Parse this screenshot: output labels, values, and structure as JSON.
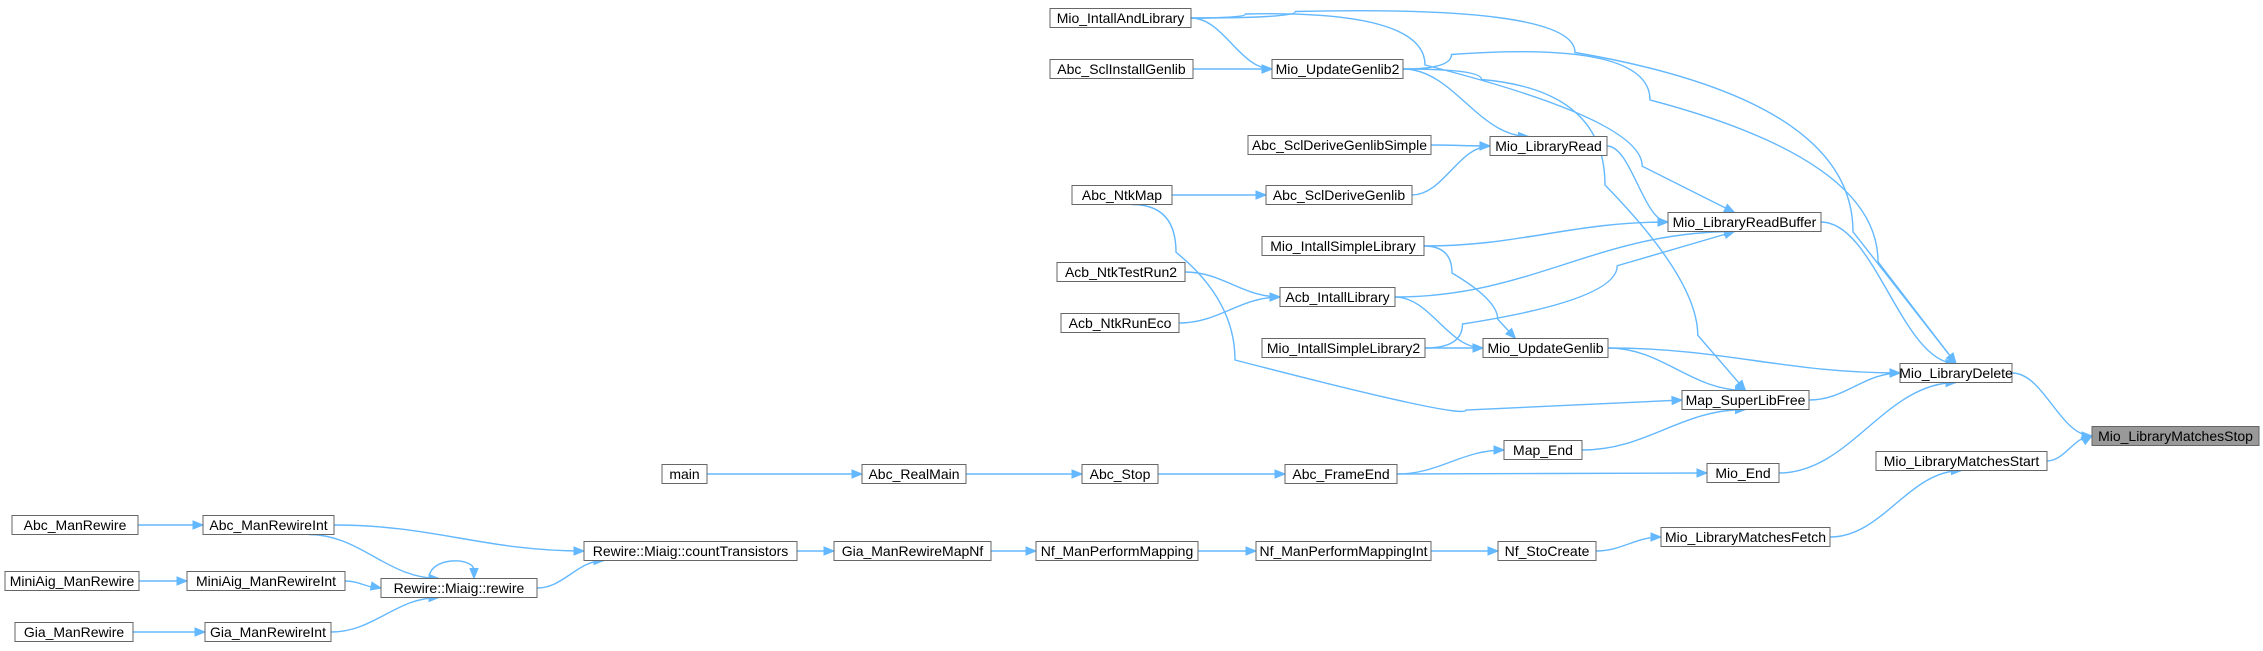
{
  "diagram": {
    "title": "",
    "colors": {
      "edge": "#63B8FF",
      "node_border": "#666666",
      "root_fill": "#999999"
    },
    "nodes": [
      {
        "id": "matchesStop",
        "label": "Mio_LibraryMatchesStop",
        "root": true
      },
      {
        "id": "libDelete",
        "label": "Mio_LibraryDelete"
      },
      {
        "id": "matchesStart",
        "label": "Mio_LibraryMatchesStart"
      },
      {
        "id": "readBuffer",
        "label": "Mio_LibraryReadBuffer"
      },
      {
        "id": "superLibFree",
        "label": "Map_SuperLibFree"
      },
      {
        "id": "mioEnd",
        "label": "Mio_End"
      },
      {
        "id": "matchesFetch",
        "label": "Mio_LibraryMatchesFetch"
      },
      {
        "id": "intallAndLibrary",
        "label": "Mio_IntallAndLibrary"
      },
      {
        "id": "updateGenlib2",
        "label": "Mio_UpdateGenlib2"
      },
      {
        "id": "sclInstallGenlib",
        "label": "Abc_SclInstallGenlib"
      },
      {
        "id": "libraryRead",
        "label": "Mio_LibraryRead"
      },
      {
        "id": "sclDeriveGenlibSimple",
        "label": "Abc_SclDeriveGenlibSimple"
      },
      {
        "id": "sclDeriveGenlib",
        "label": "Abc_SclDeriveGenlib"
      },
      {
        "id": "ntkMap",
        "label": "Abc_NtkMap"
      },
      {
        "id": "intallSimpleLibrary",
        "label": "Mio_IntallSimpleLibrary"
      },
      {
        "id": "ntkTestRun2",
        "label": "Acb_NtkTestRun2"
      },
      {
        "id": "acbIntallLibrary",
        "label": "Acb_IntallLibrary"
      },
      {
        "id": "ntkRunEco",
        "label": "Acb_NtkRunEco"
      },
      {
        "id": "intallSimpleLibrary2",
        "label": "Mio_IntallSimpleLibrary2"
      },
      {
        "id": "updateGenlib",
        "label": "Mio_UpdateGenlib"
      },
      {
        "id": "mapEnd",
        "label": "Map_End"
      },
      {
        "id": "main",
        "label": "main"
      },
      {
        "id": "realMain",
        "label": "Abc_RealMain"
      },
      {
        "id": "abcStop",
        "label": "Abc_Stop"
      },
      {
        "id": "frameEnd",
        "label": "Abc_FrameEnd"
      },
      {
        "id": "nfStoCreate",
        "label": "Nf_StoCreate"
      },
      {
        "id": "nfPerformMappingInt",
        "label": "Nf_ManPerformMappingInt"
      },
      {
        "id": "nfPerformMapping",
        "label": "Nf_ManPerformMapping"
      },
      {
        "id": "giaRewireMapNf",
        "label": "Gia_ManRewireMapNf"
      },
      {
        "id": "countTransistors",
        "label": "Rewire::Miaig::countTransistors"
      },
      {
        "id": "miaigRewire",
        "label": "Rewire::Miaig::rewire"
      },
      {
        "id": "abcManRewireInt",
        "label": "Abc_ManRewireInt"
      },
      {
        "id": "abcManRewire",
        "label": "Abc_ManRewire"
      },
      {
        "id": "miniAigRewireInt",
        "label": "MiniAig_ManRewireInt"
      },
      {
        "id": "miniAigRewire",
        "label": "MiniAig_ManRewire"
      },
      {
        "id": "giaRewireInt",
        "label": "Gia_ManRewireInt"
      },
      {
        "id": "giaRewire",
        "label": "Gia_ManRewire"
      }
    ],
    "edges": [
      [
        "libDelete",
        "matchesStop"
      ],
      [
        "matchesStart",
        "matchesStop"
      ],
      [
        "readBuffer",
        "libDelete"
      ],
      [
        "superLibFree",
        "libDelete"
      ],
      [
        "mioEnd",
        "libDelete"
      ],
      [
        "updateGenlib",
        "libDelete"
      ],
      [
        "updateGenlib2",
        "libDelete"
      ],
      [
        "intallAndLibrary",
        "libDelete"
      ],
      [
        "matchesFetch",
        "matchesStart"
      ],
      [
        "libraryRead",
        "readBuffer"
      ],
      [
        "intallAndLibrary",
        "readBuffer"
      ],
      [
        "intallSimpleLibrary",
        "readBuffer"
      ],
      [
        "acbIntallLibrary",
        "readBuffer"
      ],
      [
        "intallSimpleLibrary2",
        "readBuffer"
      ],
      [
        "updateGenlib2",
        "superLibFree"
      ],
      [
        "updateGenlib",
        "superLibFree"
      ],
      [
        "mapEnd",
        "superLibFree"
      ],
      [
        "ntkMap",
        "superLibFree"
      ],
      [
        "frameEnd",
        "mioEnd"
      ],
      [
        "nfStoCreate",
        "matchesFetch"
      ],
      [
        "intallAndLibrary",
        "updateGenlib2"
      ],
      [
        "sclInstallGenlib",
        "updateGenlib2"
      ],
      [
        "updateGenlib2",
        "libraryRead"
      ],
      [
        "sclDeriveGenlibSimple",
        "libraryRead"
      ],
      [
        "sclDeriveGenlib",
        "libraryRead"
      ],
      [
        "ntkMap",
        "sclDeriveGenlib"
      ],
      [
        "ntkTestRun2",
        "acbIntallLibrary"
      ],
      [
        "ntkRunEco",
        "acbIntallLibrary"
      ],
      [
        "acbIntallLibrary",
        "updateGenlib"
      ],
      [
        "intallSimpleLibrary",
        "updateGenlib"
      ],
      [
        "intallSimpleLibrary2",
        "updateGenlib"
      ],
      [
        "frameEnd",
        "mapEnd"
      ],
      [
        "abcStop",
        "frameEnd"
      ],
      [
        "realMain",
        "abcStop"
      ],
      [
        "main",
        "realMain"
      ],
      [
        "nfPerformMappingInt",
        "nfStoCreate"
      ],
      [
        "nfPerformMapping",
        "nfPerformMappingInt"
      ],
      [
        "giaRewireMapNf",
        "nfPerformMapping"
      ],
      [
        "countTransistors",
        "giaRewireMapNf"
      ],
      [
        "abcManRewireInt",
        "countTransistors"
      ],
      [
        "miaigRewire",
        "countTransistors"
      ],
      [
        "miaigRewire",
        "miaigRewire"
      ],
      [
        "abcManRewireInt",
        "miaigRewire"
      ],
      [
        "miniAigRewireInt",
        "miaigRewire"
      ],
      [
        "giaRewireInt",
        "miaigRewire"
      ],
      [
        "abcManRewire",
        "abcManRewireInt"
      ],
      [
        "miniAigRewire",
        "miniAigRewireInt"
      ],
      [
        "giaRewire",
        "giaRewireInt"
      ]
    ]
  }
}
